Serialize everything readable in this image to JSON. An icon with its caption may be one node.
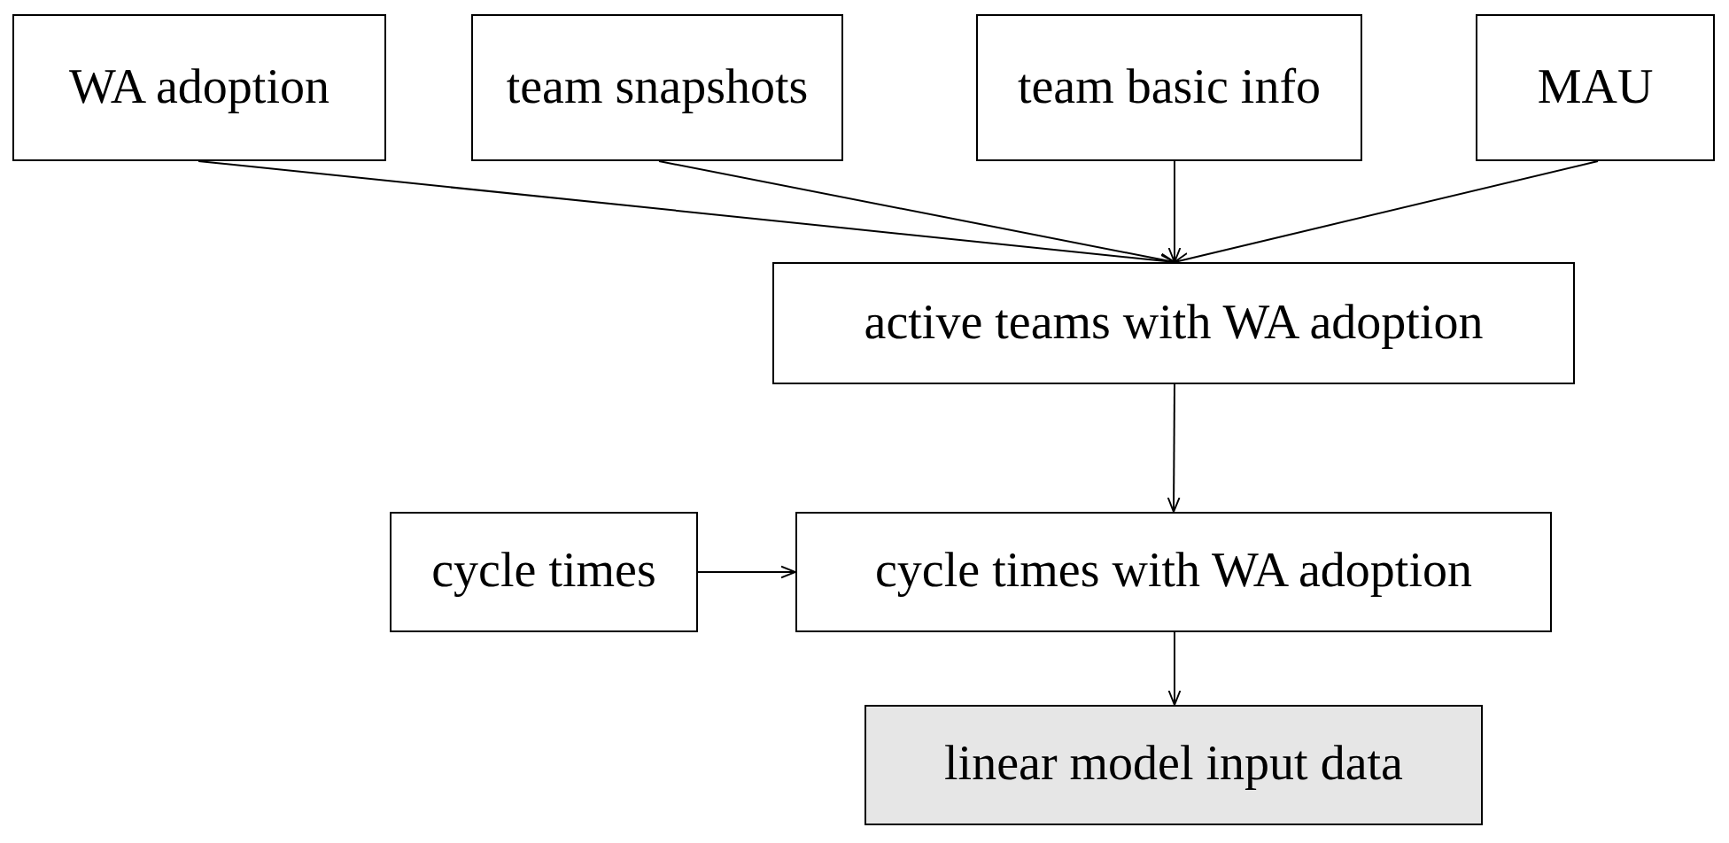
{
  "diagram": {
    "nodes": [
      {
        "text": [
          "WA adoption"
        ]
      },
      {
        "text": [
          "team snapshots"
        ]
      },
      {
        "text": [
          "team basic info"
        ]
      },
      {
        "text": [
          "MAU"
        ]
      },
      {
        "text": [
          "active teams with WA adoption"
        ]
      },
      {
        "text": [
          "cycle times"
        ]
      },
      {
        "text": [
          "cycle times with WA adoption"
        ]
      },
      {
        "text": [
          "linear model input data"
        ]
      }
    ],
    "edges": [
      {
        "from": 0,
        "to": 4,
        "arrow": "to"
      },
      {
        "from": 1,
        "to": 4,
        "arrow": "to"
      },
      {
        "from": 2,
        "to": 4,
        "arrow": "to"
      },
      {
        "from": 3,
        "to": 4,
        "arrow": "to"
      },
      {
        "from": 4,
        "to": 6,
        "arrow": "to"
      },
      {
        "from": 5,
        "to": 6,
        "arrow": "to"
      },
      {
        "from": 6,
        "to": 7,
        "arrow": "to"
      }
    ]
  }
}
